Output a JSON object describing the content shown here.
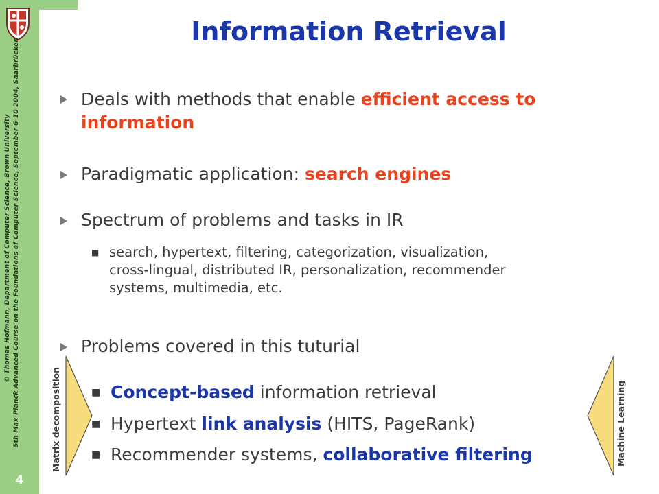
{
  "sidebar": {
    "credit_line1": "© Thomas Hofmann, Department of Computer Science, Brown University",
    "credit_line2": "5th Max-Planck Advanced Course on the Foundations of Computer Science, September 6-10 2004, Saarbrücken",
    "page_number": "4",
    "logo_icon": "university-crest-icon",
    "color": "#9ccf86"
  },
  "slide": {
    "title": "Information Retrieval",
    "bullets": [
      {
        "pre": "Deals with methods that enable ",
        "highlight": "efficient access to",
        "line2": "information"
      },
      {
        "pre": "Paradigmatic application: ",
        "highlight": "search engines"
      },
      {
        "text": "Spectrum of problems and tasks in IR"
      },
      {
        "text": "Problems covered in this tuturial"
      }
    ],
    "sub_bullet": {
      "line1": "search, hypertext, filtering, categorization, visualization,",
      "line2": "cross-lingual, distributed IR, personalization, recommender",
      "line3": "systems, multimedia, etc."
    },
    "topics": [
      {
        "highlight": "Concept-based",
        "post": " information retrieval"
      },
      {
        "pre": "Hypertext ",
        "highlight": "link analysis",
        "post": " (HITS, PageRank)"
      },
      {
        "pre": "Recommender systems, ",
        "highlight": "collaborative filtering"
      }
    ],
    "left_label": "Matrix decomposition",
    "right_label": "Machine Learning"
  },
  "colors": {
    "title": "#1a36a8",
    "highlight_red": "#e8411d",
    "highlight_blue": "#1a36a8"
  }
}
